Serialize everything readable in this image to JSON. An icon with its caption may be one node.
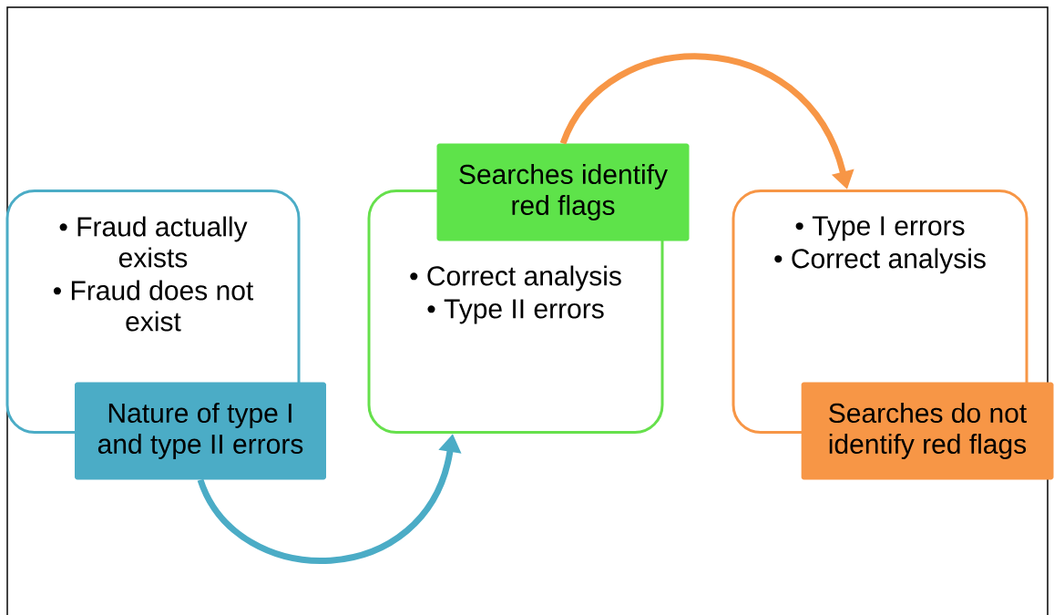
{
  "diagram": {
    "nodes": [
      {
        "text": [
          "• Fraud actually exists",
          "• Fraud does not exist"
        ]
      },
      {
        "text": [
          "Nature of type I and type II errors"
        ]
      },
      {
        "text": [
          "• Correct analysis",
          "• Type II errors"
        ]
      },
      {
        "text": [
          "Searches identify red flags"
        ]
      },
      {
        "text": [
          "• Type I errors",
          "• Correct analysis"
        ]
      },
      {
        "text": [
          "Searches do not identify red flags"
        ]
      }
    ],
    "edges": [
      {
        "from": 1,
        "to": 2,
        "arrow": "to",
        "color": "#4bacc6"
      },
      {
        "from": 3,
        "to": 4,
        "arrow": "to",
        "color": "#f79646"
      }
    ]
  }
}
